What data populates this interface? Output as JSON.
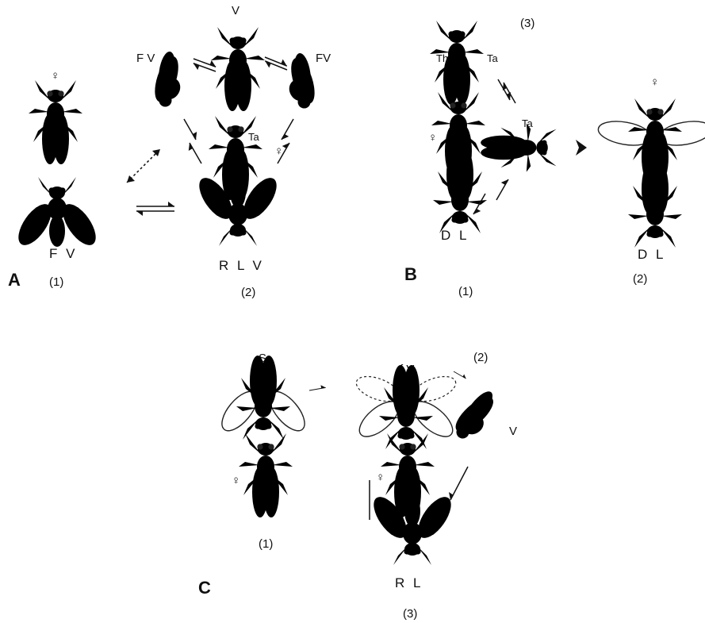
{
  "panels": {
    "A": {
      "letter": "A",
      "sub1": "(1)",
      "sub2": "(2)",
      "female": "♀",
      "fv_left": "F V",
      "fv_top_left": "F V",
      "fv_top_right": "FV",
      "v_top": "V",
      "ta": "Ta",
      "female2": "♀",
      "rlv": "R L V"
    },
    "B": {
      "letter": "B",
      "sub1": "(1)",
      "sub2": "(2)",
      "sub3": "(3)",
      "th": "Th",
      "ta": "Ta",
      "ta2": "Ta",
      "female": "♀",
      "female2": "♀",
      "dl1": "D L",
      "dl2": "D L"
    },
    "C": {
      "letter": "C",
      "sub1": "(1)",
      "sub2": "(2)",
      "sub3": "(3)",
      "s": "S",
      "fv": "f V",
      "v": "V",
      "female": "♀",
      "female2": "♀",
      "rl": "R L"
    }
  },
  "colors": {
    "ink": "#111111",
    "paper": "#ffffff"
  }
}
